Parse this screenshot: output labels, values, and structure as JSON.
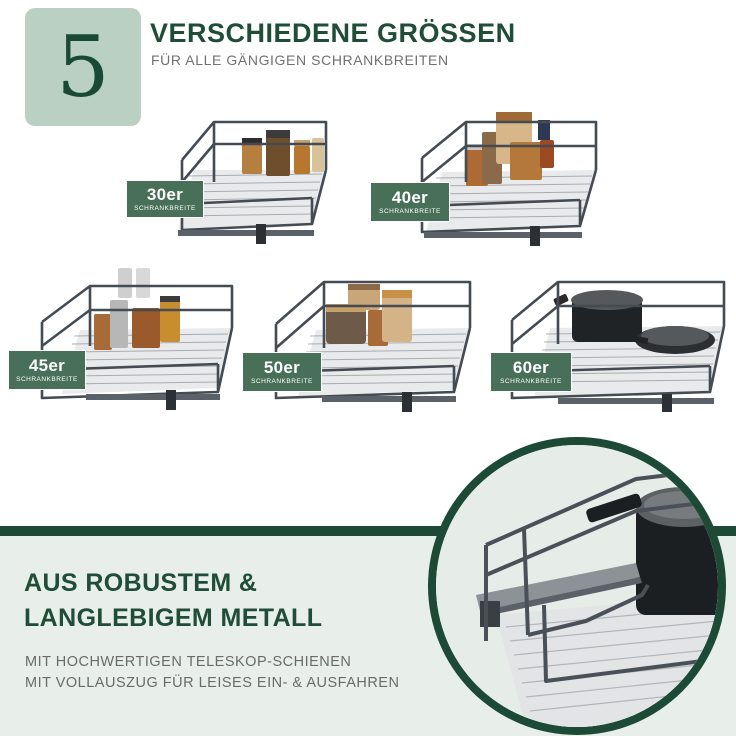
{
  "header": {
    "number": "5",
    "title": "VERSCHIEDENE GRÖSSEN",
    "subtitle": "FÜR ALLE GÄNGIGEN SCHRANKBREITEN"
  },
  "products": [
    {
      "size": "30er",
      "unit": "SCHRANKBREITE",
      "contents": "spice-jars-icon"
    },
    {
      "size": "40er",
      "unit": "SCHRANKBREITE",
      "contents": "storage-jars-icon"
    },
    {
      "size": "45er",
      "unit": "SCHRANKBREITE",
      "contents": "spice-jars-icon"
    },
    {
      "size": "50er",
      "unit": "SCHRANKBREITE",
      "contents": "storage-jars-icon"
    },
    {
      "size": "60er",
      "unit": "SCHRANKBREITE",
      "contents": "pots-icon"
    }
  ],
  "feature": {
    "heading_line1": "AUS ROBUSTEM &",
    "heading_line2": "LANGLEBIGEM METALL",
    "desc_line1": "MIT HOCHWERTIGEN TELESKOP-SCHIENEN",
    "desc_line2": "MIT VOLLAUSZUG FÜR LEISES EIN- & AUSFAHREN"
  },
  "colors": {
    "brand_green": "#1f4d38",
    "tag_green": "#487058",
    "light_green": "#b9d0c3",
    "band_bg": "#e8efea"
  }
}
